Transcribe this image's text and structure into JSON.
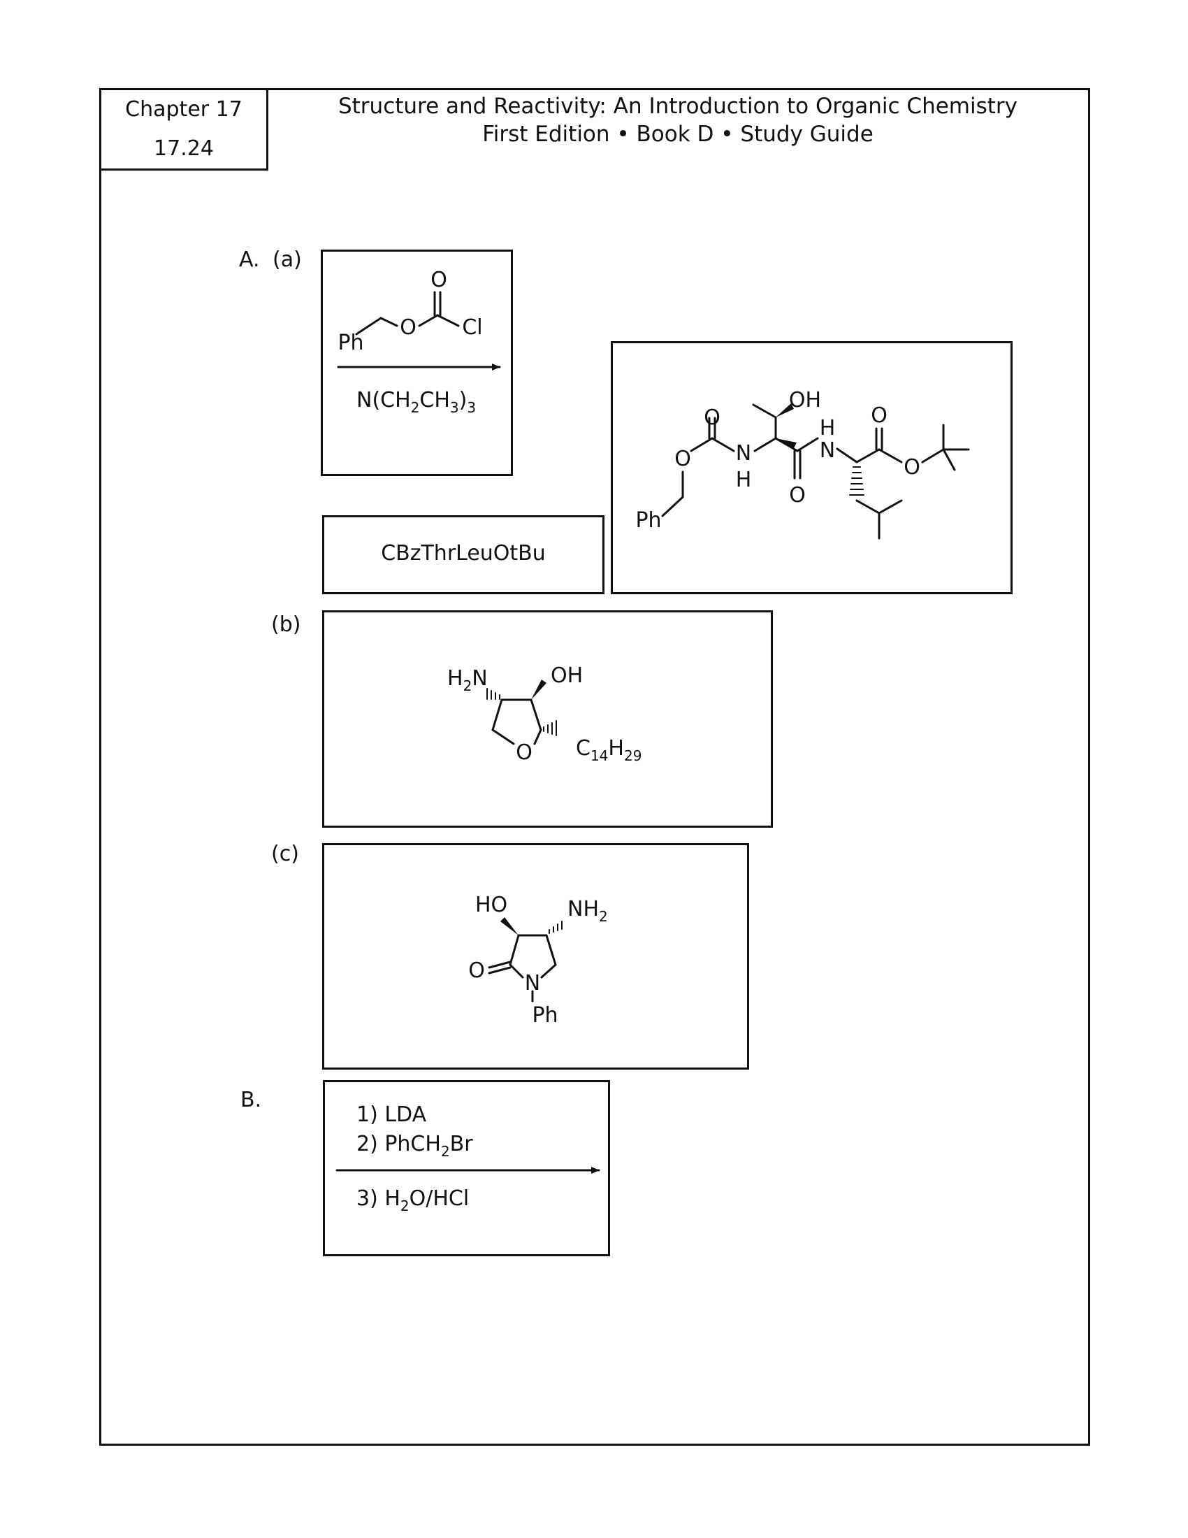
{
  "header": {
    "chapter": "Chapter 17",
    "problem": "17.24",
    "title": "Structure and Reactivity: An Introduction to Organic Chemistry",
    "subtitle": "First Edition • Book D • Study Guide"
  },
  "labels": {
    "A": "A.",
    "a": "(a)",
    "b": "(b)",
    "c": "(c)",
    "B": "B."
  },
  "partA": {
    "reagent_box": {
      "reagent_atoms": {
        "O_top": "O",
        "O": "O",
        "Cl": "Cl",
        "Ph": "Ph"
      },
      "base": [
        "N(CH",
        "2",
        "CH",
        "3",
        ")",
        "3"
      ]
    },
    "name_box": "CBzThrLeuOtBu",
    "product": {
      "OH": "OH",
      "O1": "O",
      "O2": "O",
      "O3": "O",
      "O4": "O",
      "O5": "O",
      "N1": "N",
      "N2": "N",
      "H1": "H",
      "H2": "H",
      "Ph": "Ph"
    }
  },
  "partB_struct": {
    "H2N": [
      "H",
      "2",
      "N"
    ],
    "OH": "OH",
    "O": "O",
    "R": [
      "C",
      "14",
      "H",
      "29"
    ]
  },
  "partC_struct": {
    "HO": "HO",
    "NH2": [
      "NH",
      "2"
    ],
    "O": "O",
    "N": "N",
    "Ph": "Ph"
  },
  "partB": {
    "step1": "1) LDA",
    "step2": [
      "2) PhCH",
      "2",
      "Br"
    ],
    "step3": [
      "3) H",
      "2",
      "O/HCl"
    ]
  }
}
